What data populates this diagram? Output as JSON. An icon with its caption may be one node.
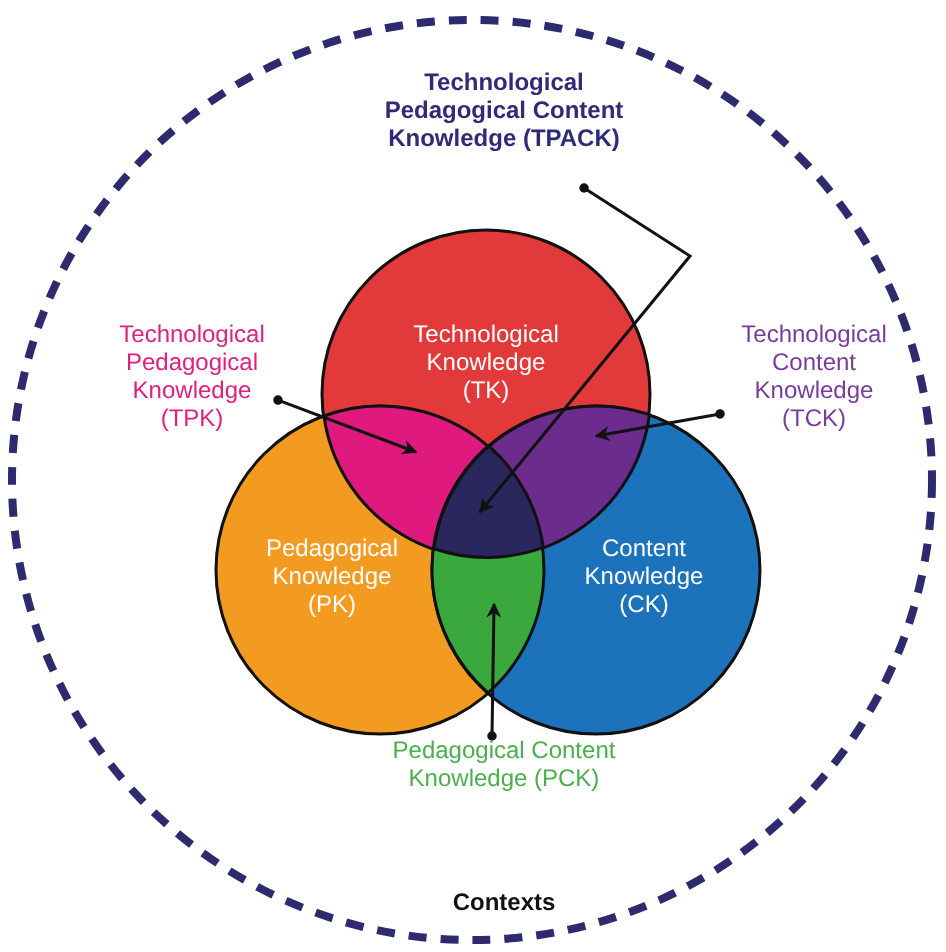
{
  "diagram": {
    "nodes": [
      {
        "text": [
          "Contexts"
        ]
      },
      {
        "text": [
          "Technological Knowledge (TK)"
        ],
        "in": 0
      },
      {
        "text": [
          "Pedagogical Knowledge (PK)"
        ],
        "in": 0
      },
      {
        "text": [
          "Content Knowledge (CK)"
        ],
        "in": 0
      },
      {
        "text": [
          "Technological Pedagogical Content Knowledge (TPACK)"
        ],
        "in": 0
      },
      {
        "text": [
          "Technological Pedagogical Knowledge (TPK)"
        ],
        "in": 0
      },
      {
        "text": [
          "Technological Content Knowledge (TCK)"
        ],
        "in": 0
      },
      {
        "text": [
          "Pedagogical Content Knowledge (PCK)"
        ],
        "in": 0
      },
      {
        "text": [],
        "shape": "lens"
      },
      {
        "text": [],
        "shape": "lens"
      },
      {
        "text": [],
        "shape": "triangle"
      },
      {
        "text": [],
        "shape": "lens"
      }
    ],
    "edges": [
      {
        "from": 4,
        "to": 10,
        "arrow": "to"
      },
      {
        "from": 5,
        "to": 8,
        "arrow": "to"
      },
      {
        "from": 6,
        "to": 9,
        "arrow": "to"
      },
      {
        "from": 7,
        "to": 11,
        "arrow": "to"
      }
    ]
  }
}
